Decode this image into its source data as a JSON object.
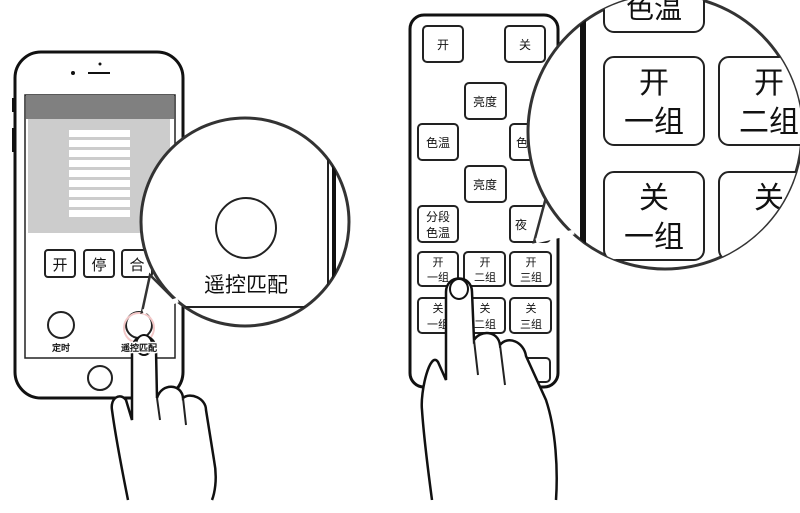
{
  "phone": {
    "buttons": [
      "开",
      "停",
      "合"
    ],
    "timer_label": "定时",
    "match_label": "遥控匹配",
    "magnifier_label": "遥控匹配"
  },
  "remote": {
    "on": "开",
    "off": "关",
    "brightness1": "亮度",
    "color_temp": "色温",
    "color_temp_right_partial": "色",
    "brightness2": "亮度",
    "segment_line1": "分段",
    "segment_line2": "色温",
    "night_partial": "夜",
    "groups_on": [
      {
        "top": "开",
        "bottom": "一组"
      },
      {
        "top": "开",
        "bottom": "二组"
      },
      {
        "top": "开",
        "bottom": "三组"
      }
    ],
    "groups_off": [
      {
        "top": "关",
        "bottom": "一组"
      },
      {
        "top": "关",
        "bottom": "二组"
      },
      {
        "top": "关",
        "bottom": "三组"
      }
    ],
    "magnifier": {
      "top_partial": "色温",
      "on1_top": "开",
      "on1_bottom": "一组",
      "on2_top": "开",
      "on2_bottom": "二组",
      "off1_top": "关",
      "off1_bottom": "一组",
      "off2_top": "关"
    }
  },
  "colors": {
    "line": "#111111",
    "bar": "#808080",
    "screen": "#cccccc"
  }
}
